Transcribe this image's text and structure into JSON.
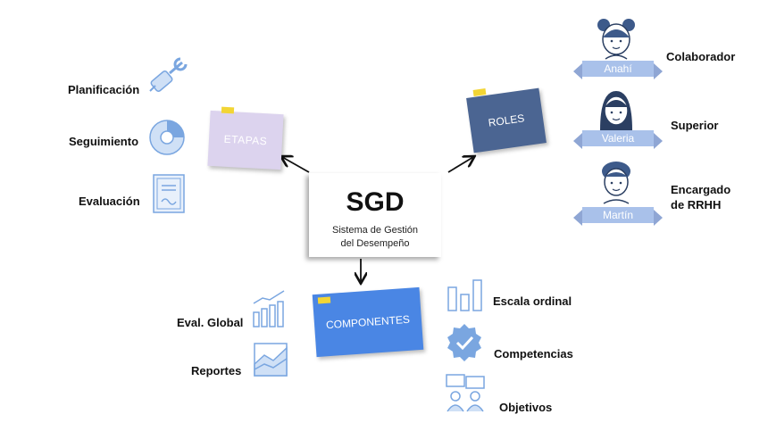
{
  "center": {
    "title": "SGD",
    "subtitle_line1": "Sistema de Gestión",
    "subtitle_line2": "del Desempeño"
  },
  "notes": {
    "etapas": "ETAPAS",
    "roles": "ROLES",
    "componentes": "COMPONENTES"
  },
  "etapas_items": [
    "Planificación",
    "Seguimiento",
    "Evaluación"
  ],
  "roles_items": [
    {
      "name": "Anahí",
      "role": "Colaborador"
    },
    {
      "name": "Valeria",
      "role": "Superior"
    },
    {
      "name": "Martín",
      "role_line1": "Encargado",
      "role_line2": "de RRHH"
    }
  ],
  "componentes_left": [
    "Eval. Global",
    "Reportes"
  ],
  "componentes_right": [
    "Escala ordinal",
    "Competencias",
    "Objetivos"
  ],
  "colors": {
    "etapas_note": "#dcd3ee",
    "roles_note": "#4b6592",
    "componentes_note": "#4a86e4",
    "icon_blue": "#7aa6e0",
    "tape": "#f2d535"
  },
  "icons": [
    "wrench-plug-icon",
    "pie-chart-icon",
    "certificate-icon",
    "bar-growth-icon",
    "area-chart-icon",
    "bar-chart-icon",
    "check-badge-icon",
    "discussion-icon"
  ]
}
